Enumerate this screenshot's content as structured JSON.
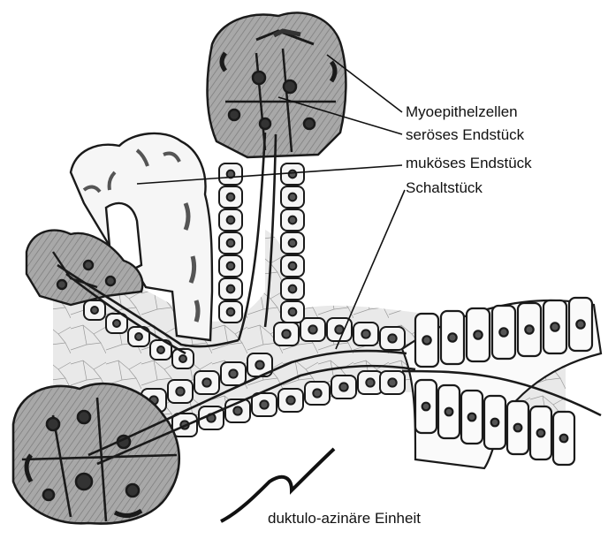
{
  "labels": {
    "myoepithel": "Myoepithelzellen",
    "seroes": "seröses Endstück",
    "mukoes": "muköses Endstück",
    "schalt": "Schaltstück"
  },
  "caption": "duktulo-azinäre Einheit",
  "colors": {
    "ink": "#1a1a1a",
    "serous_fill": "#9a9a9a",
    "mucous_fill": "#f4f4f4",
    "stroma_fill": "#e6e6e6",
    "nucleus": "#4a4a4a"
  }
}
